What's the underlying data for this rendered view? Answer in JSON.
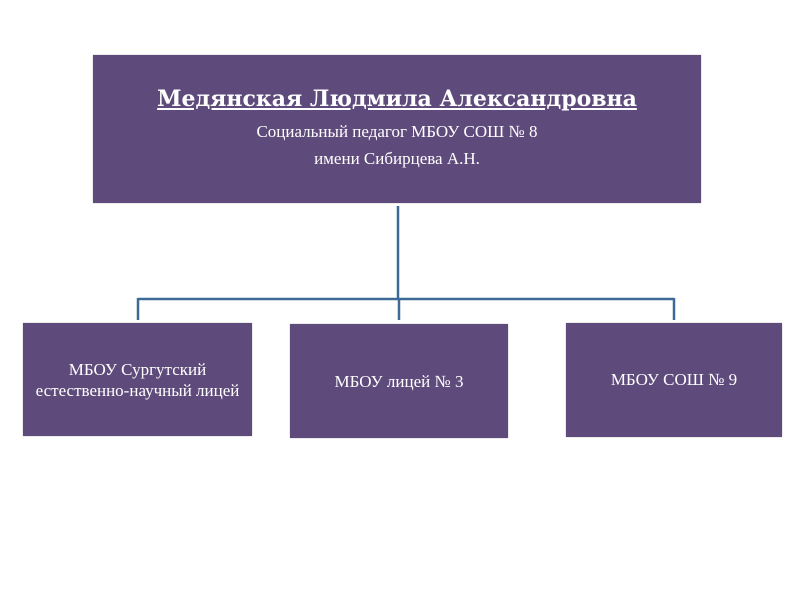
{
  "colors": {
    "box_fill": "#5f4b7b",
    "connector": "#3d6a96",
    "text": "#ffffff"
  },
  "root": {
    "name": "Медянская Людмила Александровна",
    "position_line1": "Социальный педагог МБОУ СОШ № 8",
    "position_line2": "имени Сибирцева А.Н."
  },
  "children": [
    {
      "label": "МБОУ Сургутский естественно-научный лицей"
    },
    {
      "label": "МБОУ лицей № 3"
    },
    {
      "label": "МБОУ СОШ № 9"
    }
  ]
}
